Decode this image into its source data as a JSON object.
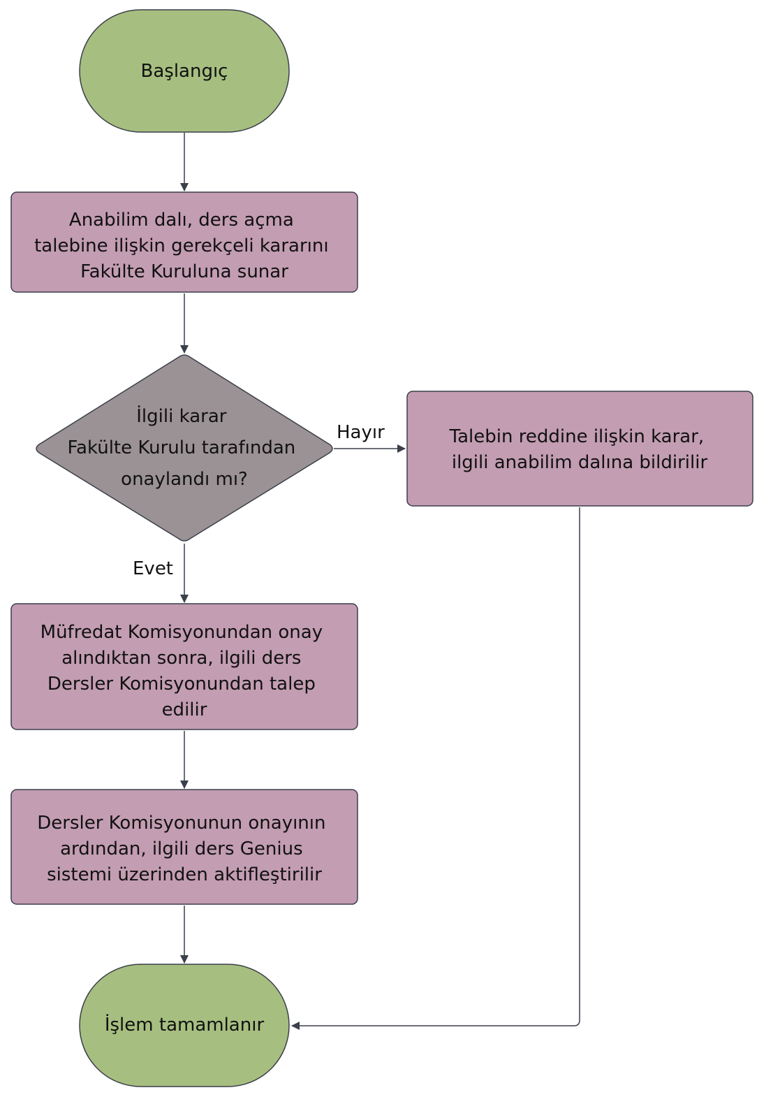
{
  "colors": {
    "terminal": "#a6bf80",
    "process": "#c39db2",
    "decision": "#9b9295",
    "line": "#3a3f4a"
  },
  "nodes": {
    "start": {
      "lines": [
        "Başlangıç"
      ]
    },
    "step1": {
      "lines": [
        "Anabilim dalı, ders açma",
        "talebine ilişkin gerekçeli kararını",
        "Fakülte Kuruluna sunar"
      ]
    },
    "decision": {
      "lines": [
        "İlgili karar",
        "Fakülte Kurulu tarafından",
        "onaylandı mı?"
      ]
    },
    "reject": {
      "lines": [
        "Talebin reddine ilişkin karar,",
        "ilgili anabilim dalına bildirilir"
      ]
    },
    "step2": {
      "lines": [
        "Müfredat Komisyonundan onay",
        "alındıktan sonra, ilgili ders",
        "Dersler Komisyonundan talep",
        "edilir"
      ]
    },
    "step3": {
      "lines": [
        "Dersler Komisyonunun onayının",
        "ardından, ilgili ders Genius",
        "sistemi üzerinden aktifleştirilir"
      ]
    },
    "end": {
      "lines": [
        "İşlem tamamlanır"
      ]
    }
  },
  "edges": {
    "no_label": "Hayır",
    "yes_label": "Evet"
  }
}
